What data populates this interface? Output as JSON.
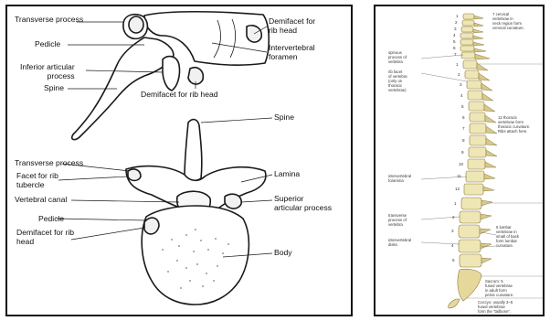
{
  "left_panel": {
    "labels": {
      "transverse_process_top": "Transverse process",
      "pedicle_top": "Pedicle",
      "inferior_articular_process": "Inferior articular\nprocess",
      "spine_top": "Spine",
      "demifacet_rib_head_top": "Demifacet for\nrib head",
      "intervertebral_foramen": "Intervertebral\nforamen",
      "demifacet_rib_head_mid": "Demifacet for rib head",
      "spine_bottom": "Spine",
      "transverse_process_bottom": "Transverse process",
      "facet_rib_tubercle": "Facet for rib\ntubercle",
      "lamina": "Lamina",
      "vertebral_canal": "Vertebral canal",
      "superior_articular_process": "Superior\narticular process",
      "pedicle_bottom": "Pedicle",
      "demifacet_rib_head_bottom": "Demifacet for rib\nhead",
      "body": "Body"
    }
  },
  "right_panel": {
    "right_notes": {
      "cervical": "7 cervical\nvertebrae in\nneck region form\ncervical curvature.",
      "thoracic": "12 thoracic\nvertebrae form\nthoracic curvature.\nRibs attach here.",
      "lumbar": "5 lumbar\nvertebrae in\nsmall of back\nform lumbar\ncurvature.",
      "sacrum": "Sacrum: 5\nfused vertebrae\nin adult form\npelvic curvature.",
      "coccyx": "Coccyx: usually 3–5\nfused vertebrae\nform the \"tailbone\"."
    },
    "left_notes": {
      "spinous": "spinous\nprocess of\nvertebra",
      "rib_facet": "rib facet\nof vertebra\n(only on\nthoracic\nvertebrae)",
      "foramina": "intervertebral\nforamina",
      "transverse": "transverse\nprocess of\nvertebra",
      "discs": "intervertebral\ndisks"
    },
    "cervical_numbers": [
      "1",
      "2",
      "3",
      "4",
      "5",
      "6",
      "7"
    ],
    "thoracic_numbers": [
      "1",
      "2",
      "3",
      "4",
      "5",
      "6",
      "7",
      "8",
      "9",
      "10",
      "11",
      "12"
    ],
    "lumbar_numbers": [
      "1",
      "2",
      "3",
      "4",
      "5"
    ]
  },
  "colors": {
    "bone": "#efe6b6",
    "bone_shadow": "#cdbf84",
    "outline": "#1a1a1a"
  }
}
